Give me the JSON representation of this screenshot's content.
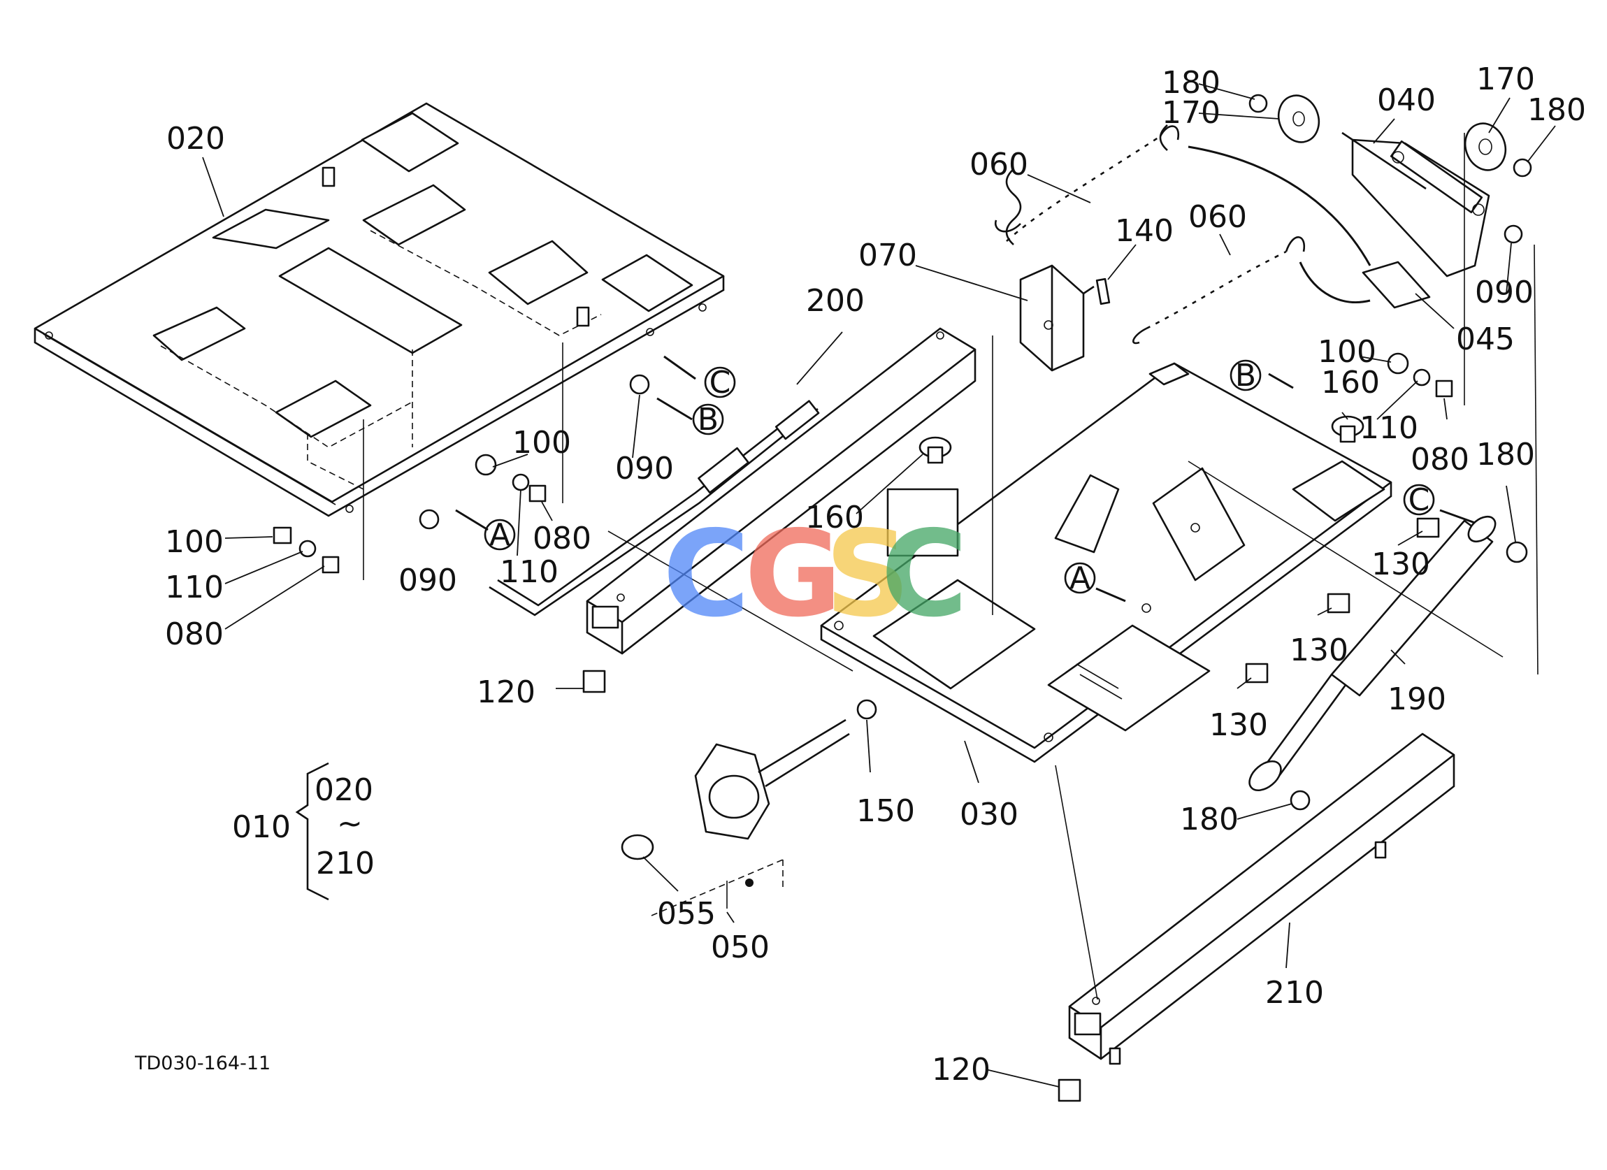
{
  "drawing_code": "TD030-164-11",
  "watermark": {
    "letters": [
      "C",
      "G",
      "S",
      "C"
    ],
    "colors": [
      "#4f86f7",
      "#ef6a5a",
      "#f5c84c",
      "#43a665"
    ]
  },
  "callouts": {
    "c020_top": "020",
    "c100_left": "100",
    "c110_left": "110",
    "c080_left": "080",
    "c100_mid": "100",
    "c110_mid": "110",
    "c080_mid": "080",
    "c090_mid": "090",
    "c090_low": "090",
    "c200": "200",
    "c120_left": "120",
    "c160_left": "160",
    "c070": "070",
    "c060_a": "060",
    "c060_b": "060",
    "c140": "140",
    "c180_t1": "180",
    "c170_t1": "170",
    "c040": "040",
    "c170_t2": "170",
    "c180_t2": "180",
    "c090_right": "090",
    "c045": "045",
    "c100_right": "100",
    "c160_right": "160",
    "c110_right": "110",
    "c080_right": "080",
    "c180_right": "180",
    "c130_a": "130",
    "c130_b": "130",
    "c130_c": "130",
    "c190": "190",
    "c180_bot": "180",
    "c150": "150",
    "c030": "030",
    "c055": "055",
    "c050": "050",
    "c210": "210",
    "c120_bot": "120"
  },
  "set_note": {
    "parent": "010",
    "from": "020",
    "range_mark": "~",
    "to": "210"
  },
  "refs": {
    "c_top": "C",
    "b_top": "B",
    "a_left": "A",
    "b_right": "B",
    "a_right": "A",
    "c_right": "C"
  }
}
